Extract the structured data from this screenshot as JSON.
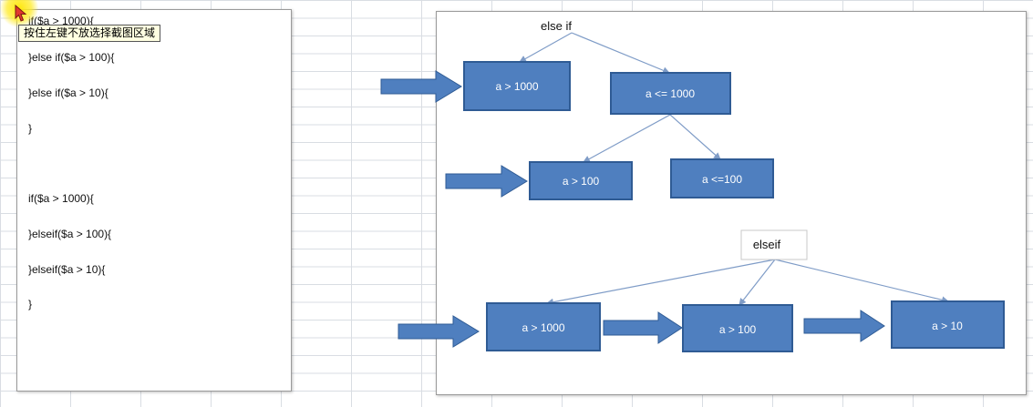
{
  "tooltip": {
    "text": "按住左键不放选择截图区域"
  },
  "code_panel": {
    "lines": [
      "if($a > 1000){",
      "}else if($a > 100){",
      "}else if($a > 10){",
      "}",
      "if($a > 1000){",
      "}elseif($a > 100){",
      "}elseif($a > 10){",
      "}"
    ]
  },
  "diagram": {
    "top_tree": {
      "root_label": "else if",
      "node1": "a > 1000",
      "node2": "a <= 1000",
      "node3": "a > 100",
      "node4": "a <=100"
    },
    "bottom_tree": {
      "root_label": "elseif",
      "node1": "a > 1000",
      "node2": "a > 100",
      "node3": "a > 10"
    }
  },
  "colors": {
    "box_fill": "#4f7fbf",
    "box_border": "#2f5b94",
    "arrow_fill": "#4f7fbf",
    "line": "#7f9cc7",
    "tooltip_bg": "#ffffe1",
    "highlight": "#ffe600"
  }
}
